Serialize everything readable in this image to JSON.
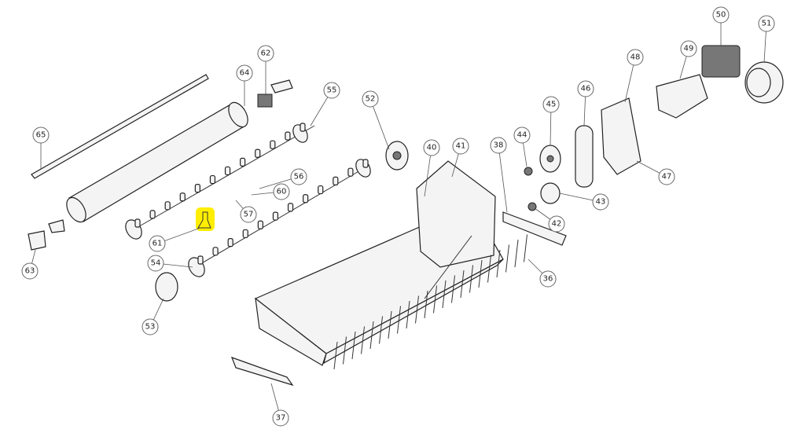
{
  "diagram": {
    "type": "exploded-parts-view",
    "highlight_color": "#ffee00",
    "highlighted_part": "61",
    "callouts": [
      "65",
      "62",
      "64",
      "55",
      "52",
      "40",
      "41",
      "38",
      "44",
      "45",
      "46",
      "48",
      "49",
      "50",
      "51",
      "47",
      "43",
      "42",
      "56",
      "60",
      "57",
      "61",
      "63",
      "54",
      "53",
      "36",
      "37"
    ]
  }
}
